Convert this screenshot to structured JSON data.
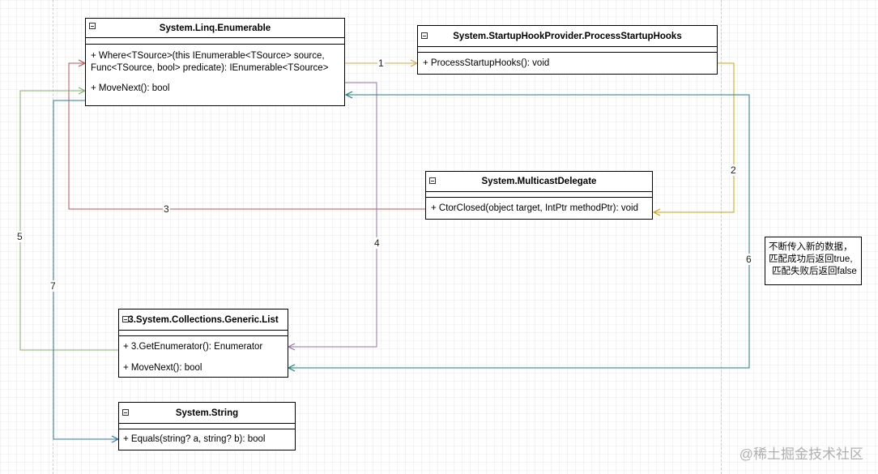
{
  "classes": {
    "enumerable": {
      "name": "System.Linq.Enumerable",
      "members": [
        "+ Where<TSource>(this IEnumerable<TSource> source,",
        "Func<TSource, bool> predicate): IEnumerable<TSource>",
        "+ MoveNext(): bool"
      ]
    },
    "startup": {
      "name": "System.StartupHookProvider.ProcessStartupHooks",
      "members": [
        "+ ProcessStartupHooks(): void"
      ]
    },
    "multicast": {
      "name": "System.MulticastDelegate",
      "members": [
        "+ CtorClosed(object target, IntPtr methodPtr): void"
      ]
    },
    "list": {
      "name": "3.System.Collections.Generic.List",
      "members": [
        "+ 3.GetEnumerator(): Enumerator",
        "+ MoveNext(): bool"
      ]
    },
    "string": {
      "name": "System.String",
      "members": [
        "+ Equals(string? a, string? b): bool"
      ]
    }
  },
  "note": {
    "lines": [
      "不断传入新的数据，",
      "匹配成功后返回true,",
      "匹配失败后返回false"
    ]
  },
  "edges": [
    {
      "label": "1",
      "color": "#d6a84e"
    },
    {
      "label": "2",
      "color": "#d6a20a"
    },
    {
      "label": "3",
      "color": "#b85450"
    },
    {
      "label": "4",
      "color": "#9673a6"
    },
    {
      "label": "5",
      "color": "#82b366"
    },
    {
      "label": "6",
      "color": "#1a7f87"
    },
    {
      "label": "7",
      "color": "#2a7aa8"
    }
  ],
  "watermark": "@稀土掘金技术社区"
}
